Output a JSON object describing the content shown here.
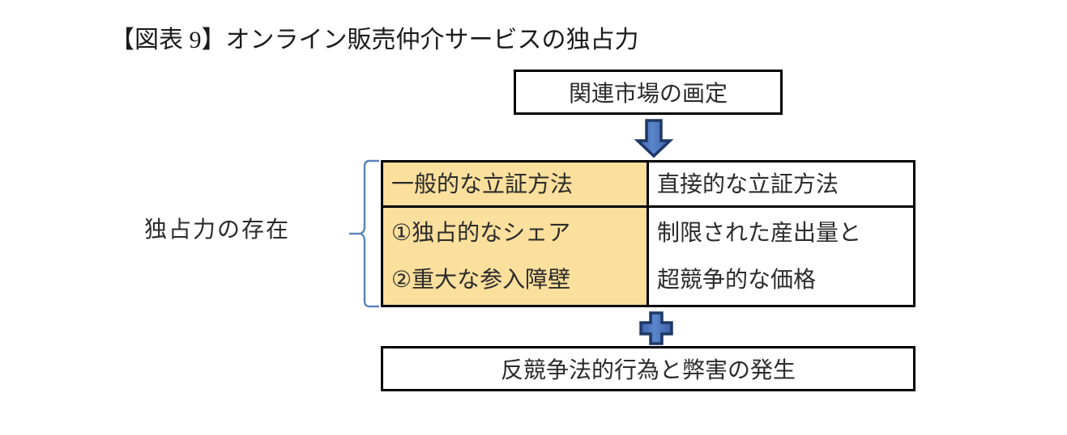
{
  "figure": {
    "title": "【図表 9】オンライン販売仲介サービスの独占力",
    "top_box": {
      "label": "関連市場の画定"
    },
    "down_arrow": {
      "icon": "arrow-down-icon",
      "fill_color": "#4A72C0",
      "outline_color": "#1F3864"
    },
    "brace": {
      "icon": "left-curly-brace-icon",
      "color": "#5B84B8",
      "label": "独占力の存在"
    },
    "matrix": {
      "left_column": {
        "header": "一般的な立証方法",
        "items": [
          "①独占的なシェア",
          "②重大な参入障壁"
        ],
        "background_color": "#FBDF9C"
      },
      "right_column": {
        "header": "直接的な立証方法",
        "items": [
          "制限された産出量と",
          "超競争的な価格"
        ],
        "background_color": "#FFFFFF"
      }
    },
    "plus_mark": {
      "icon": "plus-cross-icon",
      "fill_color": "#4A72C0",
      "outline_color": "#1F3864"
    },
    "bottom_box": {
      "label": "反競争法的行為と弊害の発生"
    }
  }
}
